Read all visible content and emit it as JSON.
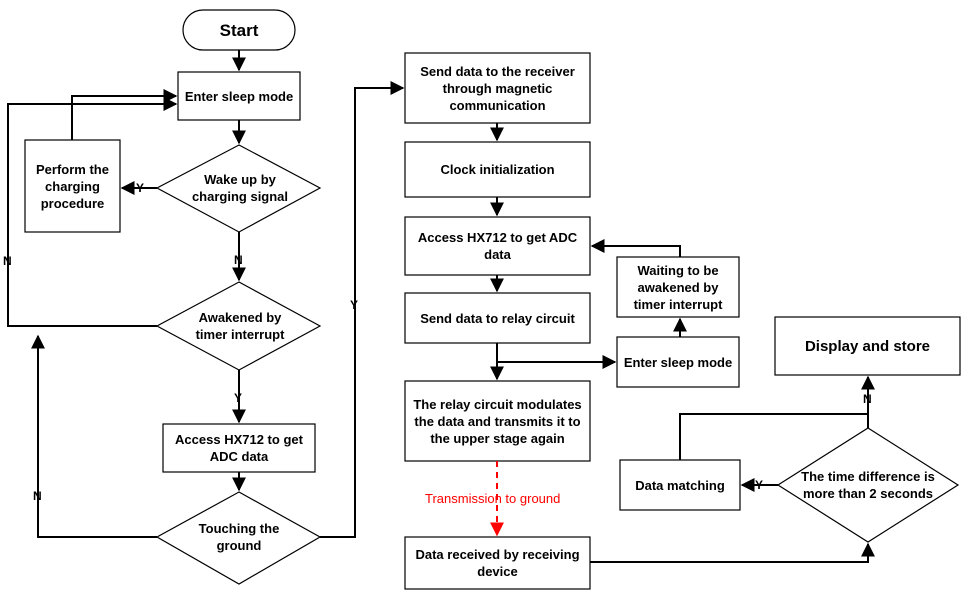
{
  "nodes": {
    "start": "Start",
    "enter_sleep_1": "Enter sleep mode",
    "perform_charging": "Perform the charging procedure",
    "wake_charging": "Wake up by charging signal",
    "awakened_timer": "Awakened by timer interrupt",
    "access_hx712_1": "Access HX712 to get ADC data",
    "touching_ground": "Touching the ground",
    "send_magnetic": "Send data to the receiver through magnetic communication",
    "clock_init": "Clock initialization",
    "access_hx712_2": "Access HX712 to get ADC data",
    "waiting_timer": "Waiting to be awakened by timer interrupt",
    "send_relay": "Send data to relay circuit",
    "enter_sleep_2": "Enter sleep mode",
    "relay_modulates": "The relay circuit modulates the data and transmits it to the upper stage again",
    "data_received": "Data received by receiving device",
    "display_store": "Display and store",
    "data_matching": "Data matching",
    "time_difference": "The time difference is more than 2 seconds"
  },
  "labels": {
    "y_charging": "Y",
    "n_charging": "N",
    "n_timer_loop": "N",
    "y_timer": "Y",
    "n_touch": "N",
    "y_touch": "Y",
    "n_time": "N",
    "y_time": "Y",
    "transmission": "Transmission to ground"
  },
  "colors": {
    "stroke": "#000000",
    "dashed_link": "#ff0000",
    "background": "#ffffff"
  }
}
